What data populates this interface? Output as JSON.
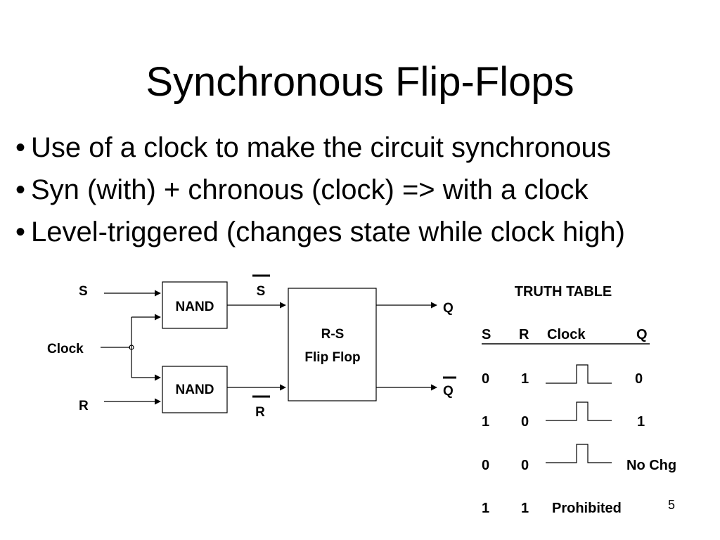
{
  "slide": {
    "title": "Synchronous Flip-Flops",
    "page_number": "5",
    "bullets": [
      "Use of a clock to make the circuit synchronous",
      "Syn (with) + chronous (clock) => with a clock",
      "Level-triggered (changes state while clock high)"
    ]
  },
  "circuit": {
    "input_s": "S",
    "input_clock": "Clock",
    "input_r": "R",
    "gate_top": "NAND",
    "gate_bottom": "NAND",
    "s_bar": "S",
    "r_bar": "R",
    "flipflop_line1": "R-S",
    "flipflop_line2": "Flip Flop",
    "output_q": "Q",
    "output_q_bar": "Q"
  },
  "truth_table": {
    "title": "TRUTH TABLE",
    "headers": [
      "S",
      "R",
      "Clock",
      "Q"
    ],
    "rows": [
      {
        "s": "0",
        "r": "1",
        "q": "0"
      },
      {
        "s": "1",
        "r": "0",
        "q": "1"
      },
      {
        "s": "0",
        "r": "0",
        "q": "No Chg"
      },
      {
        "s": "1",
        "r": "1",
        "q": "Prohibited"
      }
    ]
  }
}
